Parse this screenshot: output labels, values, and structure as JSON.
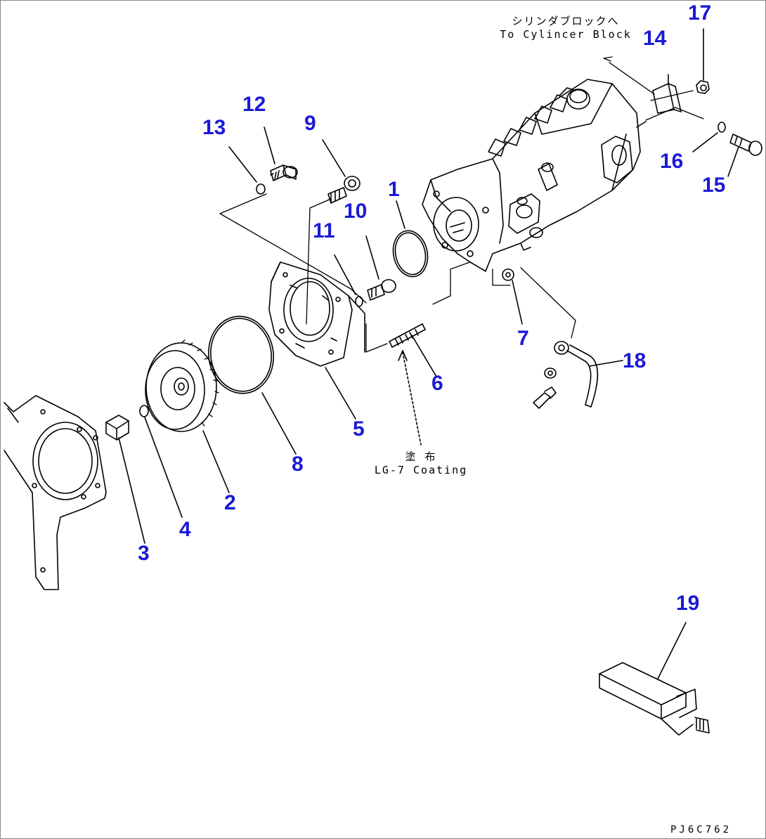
{
  "colors": {
    "callout": "#1a1ad6",
    "line": "#000000",
    "frame": "#8a8a8a"
  },
  "callouts": {
    "c1": "1",
    "c2": "2",
    "c3": "3",
    "c4": "4",
    "c5": "5",
    "c6": "6",
    "c7": "7",
    "c8": "8",
    "c9": "9",
    "c10": "10",
    "c11": "11",
    "c12": "12",
    "c13": "13",
    "c14": "14",
    "c15": "15",
    "c16": "16",
    "c17": "17",
    "c18": "18",
    "c19": "19"
  },
  "notes": {
    "to_block_jp": "シリンダブロックへ",
    "to_block_en": "To Cylincer Block",
    "coating_jp": "塗 布",
    "coating_en": "LG-7 Coating"
  },
  "drawing_code": "PJ6C762"
}
